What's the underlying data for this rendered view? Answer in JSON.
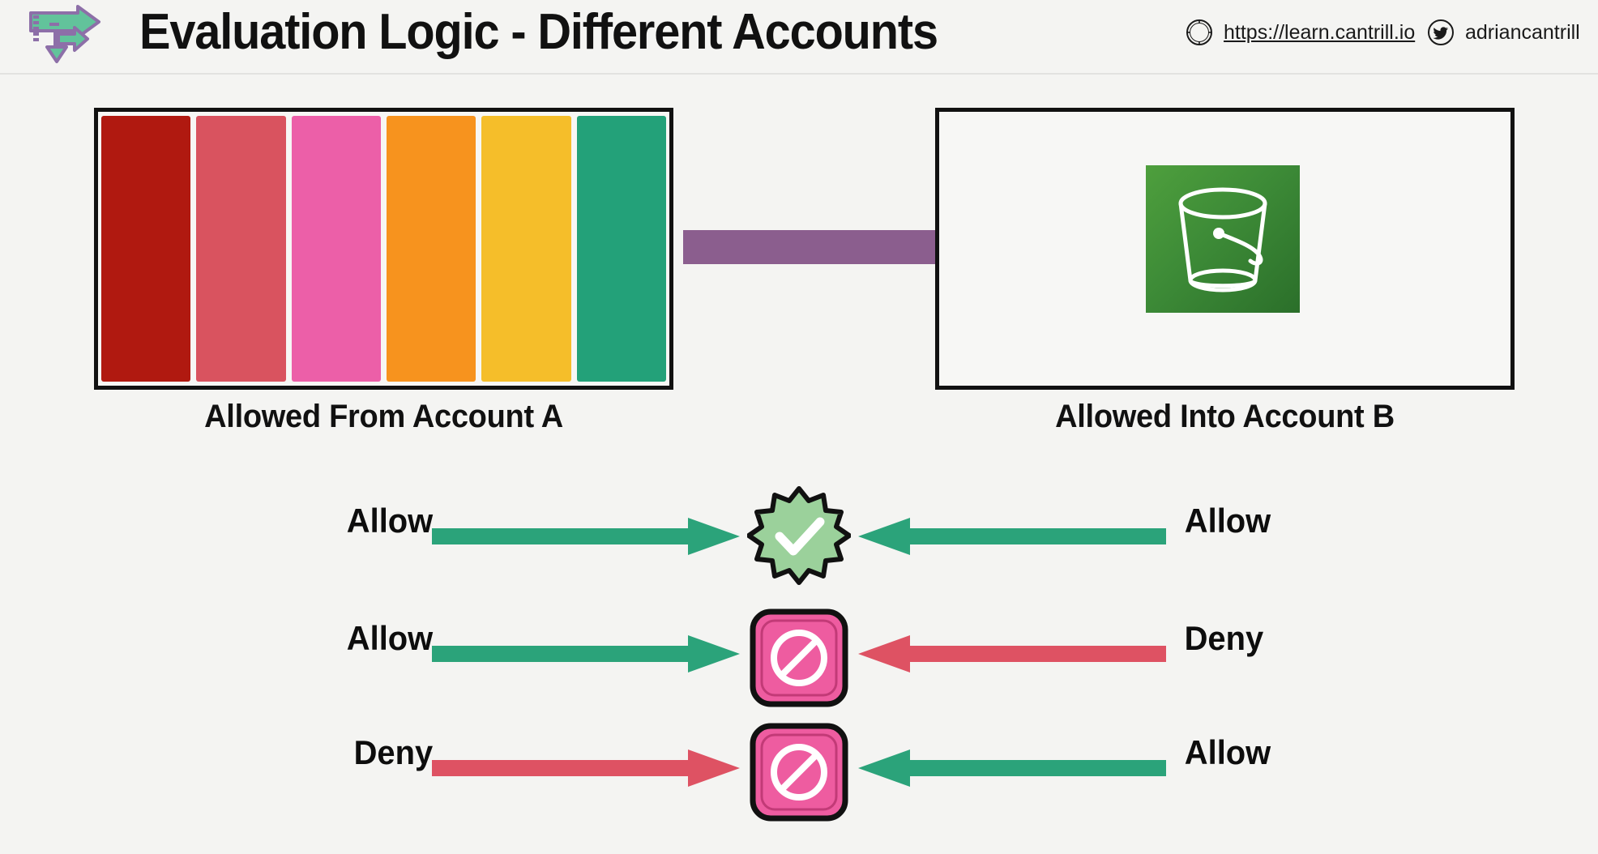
{
  "header": {
    "logo_icon": "branch-arrow-logo-icon",
    "title": "Evaluation Logic - Different Accounts",
    "site": {
      "icon": "compass-icon",
      "text": "https://learn.cantrill.io"
    },
    "twitter": {
      "icon": "twitter-bird-icon",
      "text": "adriancantrill"
    }
  },
  "diagram": {
    "account_a": {
      "label": "Allowed From Account A",
      "bars": [
        {
          "name": "policy-bar-1",
          "color": "#B01910"
        },
        {
          "name": "policy-bar-2",
          "color": "#D9535F"
        },
        {
          "name": "policy-bar-3",
          "color": "#EC5FA8"
        },
        {
          "name": "policy-bar-4",
          "color": "#F7931E"
        },
        {
          "name": "policy-bar-5",
          "color": "#F5BE2A"
        },
        {
          "name": "policy-bar-6",
          "color": "#23A179"
        }
      ]
    },
    "account_b": {
      "label": "Allowed Into Account B",
      "resource_icon": "s3-bucket-icon"
    },
    "transfer_arrow": {
      "name": "transfer-arrow",
      "color": "#8B5E8E",
      "direction": "right"
    }
  },
  "evaluation_rows": [
    {
      "left_label": "Allow",
      "left_arrow_color": "#2BA37A",
      "right_label": "Allow",
      "right_arrow_color": "#2BA37A",
      "verdict": "allow",
      "verdict_icon": "check-badge-icon"
    },
    {
      "left_label": "Allow",
      "left_arrow_color": "#2BA37A",
      "right_label": "Deny",
      "right_arrow_color": "#DE5263",
      "verdict": "deny",
      "verdict_icon": "no-entry-icon"
    },
    {
      "left_label": "Deny",
      "left_arrow_color": "#DE5263",
      "right_label": "Allow",
      "right_arrow_color": "#2BA37A",
      "verdict": "deny",
      "verdict_icon": "no-entry-icon"
    }
  ],
  "colors": {
    "background": "#f4f4f2",
    "allow_green": "#2BA37A",
    "deny_red": "#DE5263",
    "deny_badge_pink": "#EE5CA0",
    "allow_badge_green": "#9BD19B",
    "purple_arrow": "#8B5E8E",
    "outline": "#111111"
  }
}
